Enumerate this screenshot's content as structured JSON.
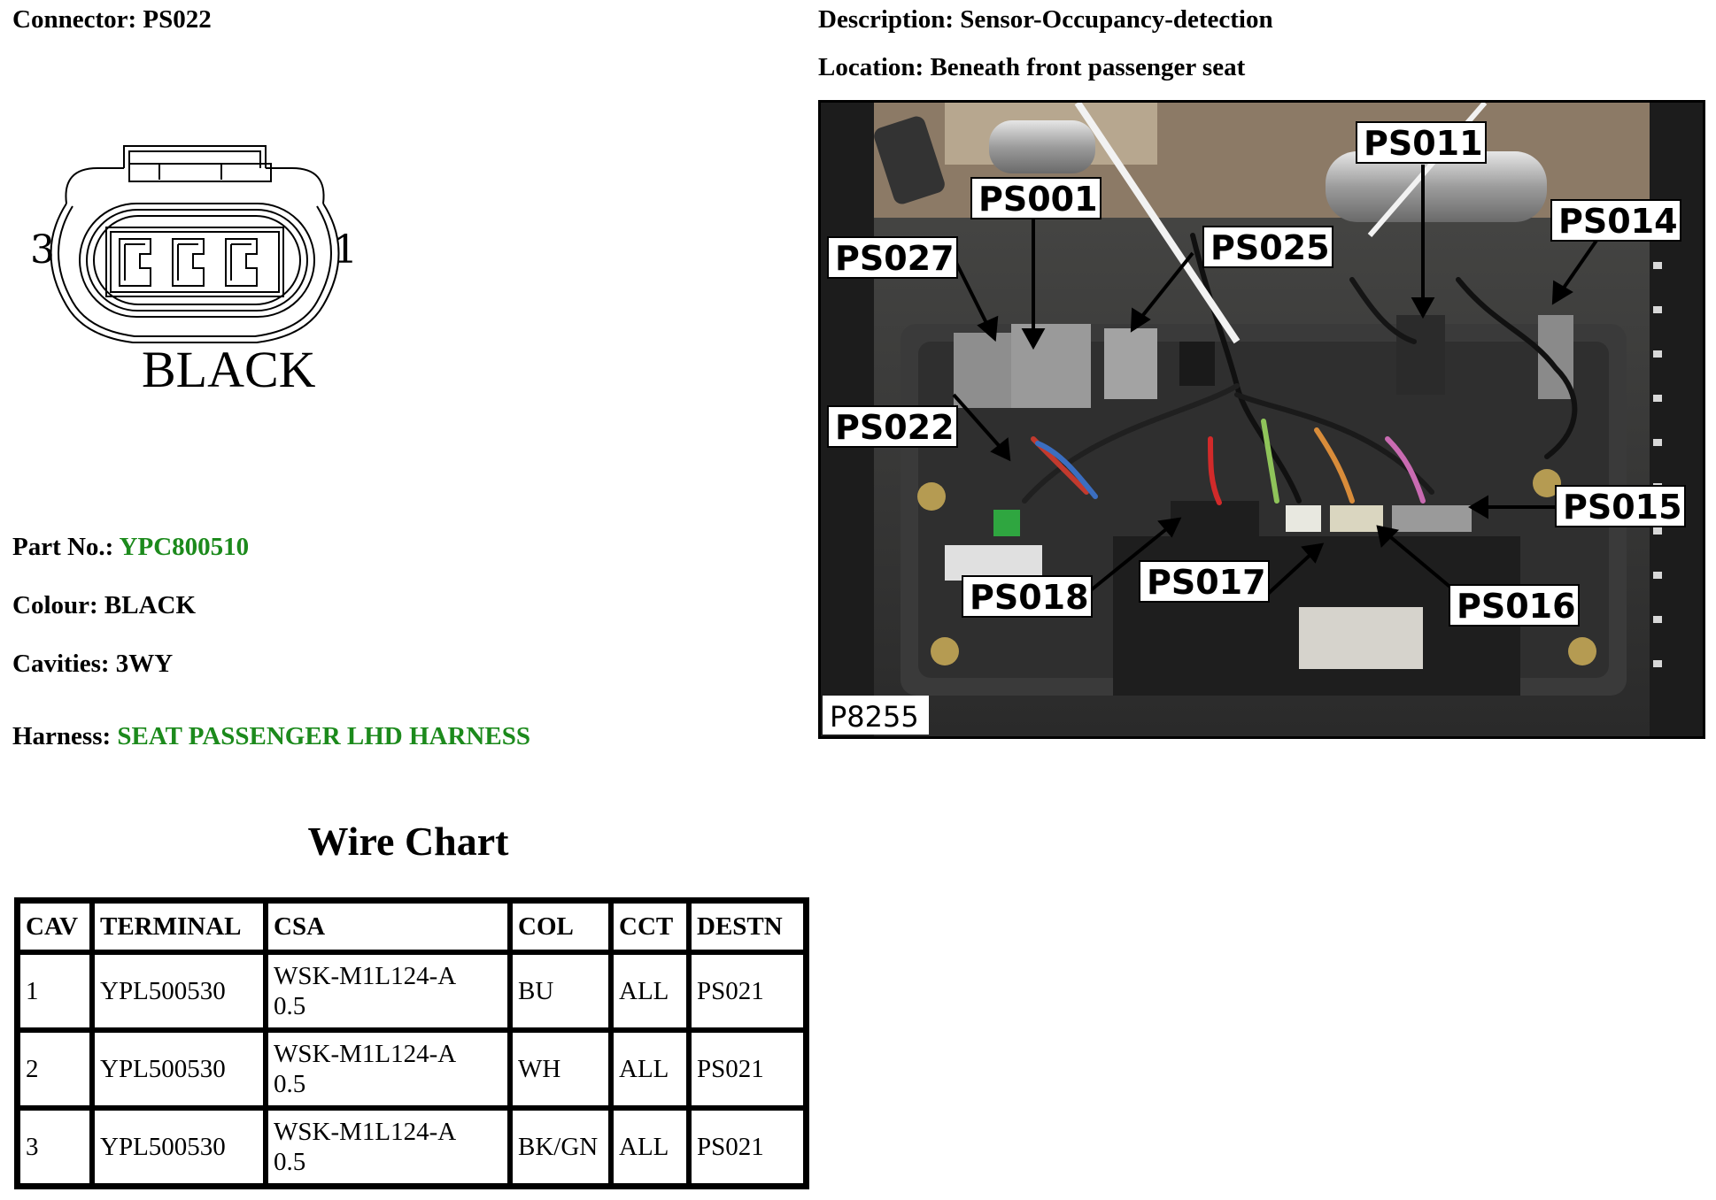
{
  "connector": {
    "label": "Connector:",
    "value": "PS022"
  },
  "description": {
    "label": "Description:",
    "value": "Sensor-Occupancy-detection"
  },
  "location": {
    "label": "Location:",
    "value": "Beneath front passenger seat"
  },
  "diagram": {
    "pin_left": "3",
    "pin_right": "1",
    "color_text": "BLACK"
  },
  "part_no": {
    "label": "Part No.:",
    "value": "YPC800510"
  },
  "colour": {
    "label": "Colour:",
    "value": "BLACK"
  },
  "cavities": {
    "label": "Cavities:",
    "value": "3WY"
  },
  "harness": {
    "label": "Harness:",
    "value": "SEAT PASSENGER LHD HARNESS"
  },
  "wire_chart": {
    "title": "Wire Chart",
    "headers": [
      "CAV",
      "TERMINAL",
      "CSA",
      "COL",
      "CCT",
      "DESTN"
    ],
    "rows": [
      {
        "cav": "1",
        "terminal": "YPL500530",
        "csa_spec": "WSK-M1L124-A",
        "csa_size": "0.5",
        "col": "BU",
        "cct": "ALL",
        "destn": "PS021"
      },
      {
        "cav": "2",
        "terminal": "YPL500530",
        "csa_spec": "WSK-M1L124-A",
        "csa_size": "0.5",
        "col": "WH",
        "cct": "ALL",
        "destn": "PS021"
      },
      {
        "cav": "3",
        "terminal": "YPL500530",
        "csa_spec": "WSK-M1L124-A",
        "csa_size": "0.5",
        "col": "BK/GN",
        "cct": "ALL",
        "destn": "PS021"
      }
    ]
  },
  "photo": {
    "image_id": "P8255",
    "callouts": [
      "PS011",
      "PS001",
      "PS014",
      "PS025",
      "PS027",
      "PS022",
      "PS015",
      "PS017",
      "PS018",
      "PS016"
    ]
  }
}
